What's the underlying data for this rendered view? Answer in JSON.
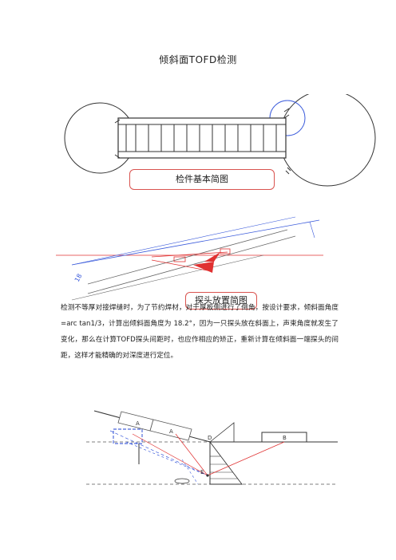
{
  "document": {
    "title": "倾斜面TOFD检测",
    "figure1_caption": "检件基本简图",
    "figure2_caption": "探头放置简图",
    "figure2_angle_label": "18",
    "paragraph": "检测不等厚对接焊缝时，为了节约焊材，对于厚板侧进行了倒角，按设计要求，倾斜面角度=arc tan1/3，计算出倾斜面角度为 18.2°，因为一只探头放在斜面上，声束角度就发生了变化，那么在计算TOFD探头间距时，也应作相应的矫正，重新计算在倾斜面一端探头的间距，这样才能精确的对深度进行定位。",
    "figure3_labels": {
      "probe_a1": "A",
      "probe_a2": "A",
      "probe_b": "B",
      "point_d": "D",
      "point_e": "E"
    }
  }
}
